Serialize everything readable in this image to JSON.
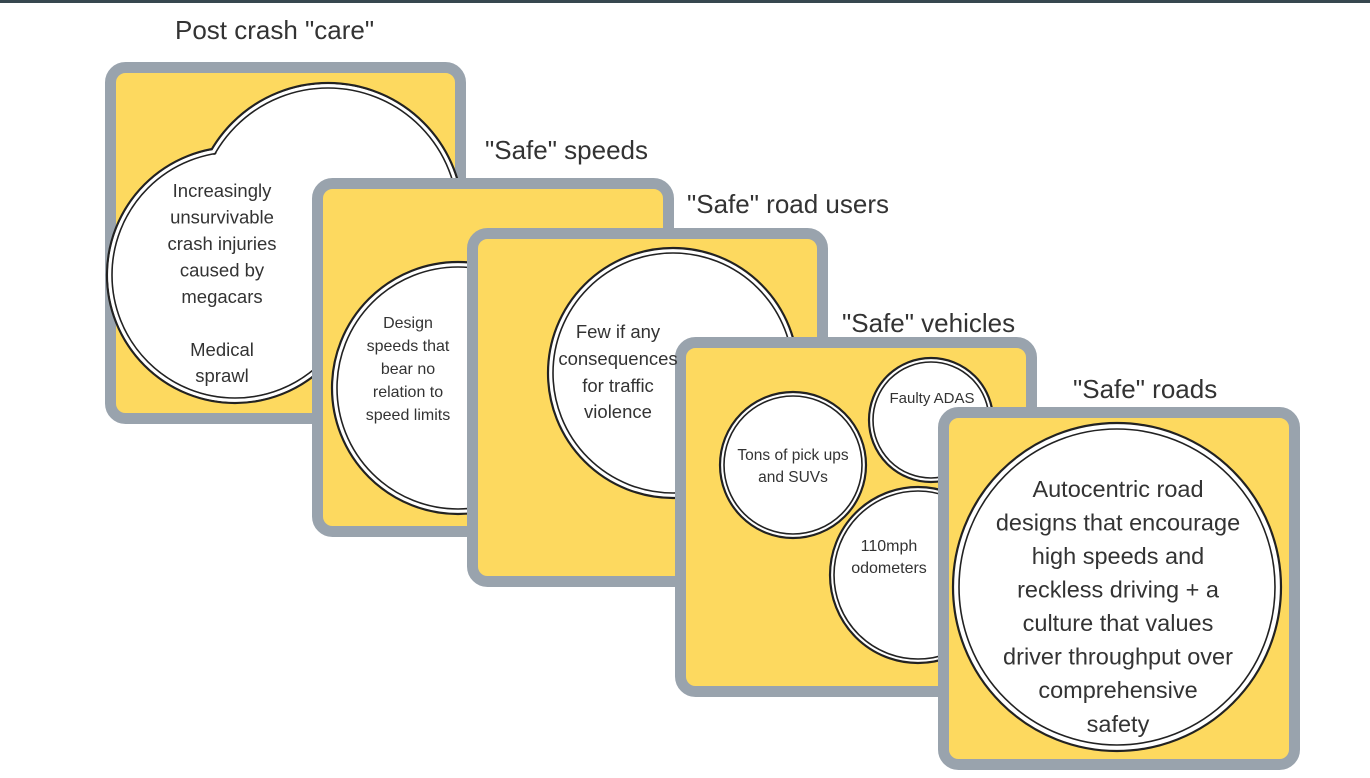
{
  "colors": {
    "top_bar": "#37474f",
    "card_border": "#99a3ad",
    "card_fill": "#fdd95f",
    "bubble_fill": "#ffffff",
    "bubble_stroke": "#222222",
    "text": "#333333"
  },
  "cards": [
    {
      "title": "Post crash \"care\"",
      "bubbles": [
        {
          "shape": "cloud",
          "lines": [
            "Increasingly",
            "unsurvivable",
            "crash injuries",
            "caused by",
            "megacars",
            "",
            "Medical",
            "sprawl"
          ]
        }
      ]
    },
    {
      "title": "\"Safe\" speeds",
      "bubbles": [
        {
          "shape": "circle",
          "lines": [
            "Design",
            "speeds that",
            "bear no",
            "relation to",
            "speed limits"
          ]
        }
      ]
    },
    {
      "title": "\"Safe\" road users",
      "bubbles": [
        {
          "shape": "circle",
          "lines": [
            "Few if any",
            "consequences",
            "for traffic",
            "violence"
          ]
        }
      ]
    },
    {
      "title": "\"Safe\" vehicles",
      "bubbles": [
        {
          "shape": "circle",
          "lines": [
            "Tons of pick ups",
            "and SUVs"
          ]
        },
        {
          "shape": "circle",
          "lines": [
            "Faulty ADAS"
          ]
        },
        {
          "shape": "circle",
          "lines": [
            "110mph",
            "odometers"
          ]
        }
      ]
    },
    {
      "title": "\"Safe\" roads",
      "bubbles": [
        {
          "shape": "circle",
          "lines": [
            "Autocentric road",
            "designs that encourage",
            "high speeds and",
            "reckless driving + a",
            "culture that values",
            "driver throughput over",
            "comprehensive",
            "safety"
          ]
        }
      ]
    }
  ]
}
